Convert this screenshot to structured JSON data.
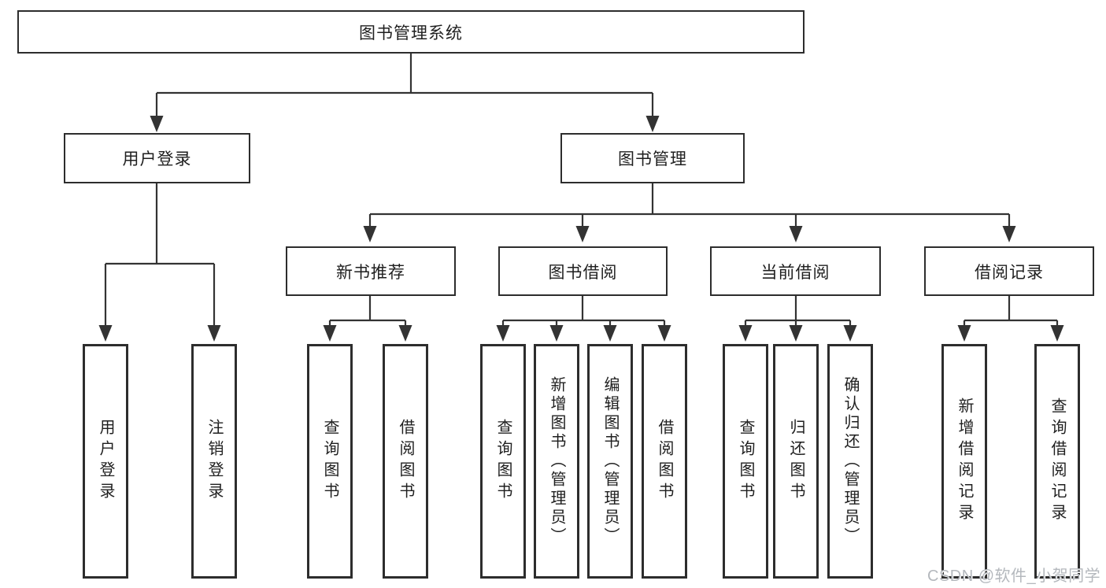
{
  "diagram": {
    "root": {
      "label": "图书管理系统"
    },
    "level2": [
      {
        "label": "用户登录"
      },
      {
        "label": "图书管理"
      }
    ],
    "level3": [
      {
        "label": "新书推荐",
        "parent": "图书管理"
      },
      {
        "label": "图书借阅",
        "parent": "图书管理"
      },
      {
        "label": "当前借阅",
        "parent": "图书管理"
      },
      {
        "label": "借阅记录",
        "parent": "图书管理"
      }
    ],
    "leaves": [
      {
        "label": "用户登录",
        "parent": "用户登录"
      },
      {
        "label": "注销登录",
        "parent": "用户登录"
      },
      {
        "label": "查询图书",
        "parent": "新书推荐"
      },
      {
        "label": "借阅图书",
        "parent": "新书推荐"
      },
      {
        "label": "查询图书",
        "parent": "图书借阅"
      },
      {
        "label": "新增图书（管理员）",
        "parent": "图书借阅"
      },
      {
        "label": "编辑图书（管理员）",
        "parent": "图书借阅"
      },
      {
        "label": "借阅图书",
        "parent": "图书借阅"
      },
      {
        "label": "查询图书",
        "parent": "当前借阅"
      },
      {
        "label": "归还图书",
        "parent": "当前借阅"
      },
      {
        "label": "确认归还（管理员）",
        "parent": "当前借阅"
      },
      {
        "label": "新增借阅记录",
        "parent": "借阅记录"
      },
      {
        "label": "查询借阅记录",
        "parent": "借阅记录"
      }
    ]
  },
  "watermark": {
    "text": "CSDN @软件_小贺同学"
  },
  "colors": {
    "line": "#333333",
    "box_border": "#2d2d2d",
    "text": "#1f1f1f",
    "watermark": "#b4b8bd",
    "background": "#ffffff"
  }
}
